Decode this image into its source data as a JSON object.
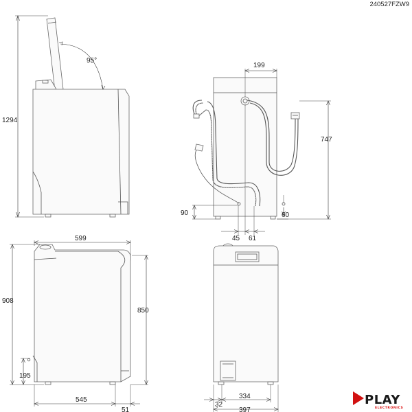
{
  "drawing_code": "240527FZW9",
  "dimensions": {
    "side_open_height": "1294",
    "lid_angle": "95°",
    "rear_hose_spacing": "199",
    "rear_hose_height": "747",
    "drain_height": "90",
    "inlet_height": "60",
    "drain_offset_left": "45",
    "drain_offset_right": "61",
    "side_depth_top": "599",
    "side_height_total": "908",
    "side_height_body": "850",
    "side_inlet_height": "195",
    "side_depth_base": "545",
    "side_rear_offset": "51",
    "front_foot_offset": "32",
    "front_base_width": "334",
    "front_width": "397"
  },
  "brand": {
    "name": "PLAY",
    "tagline": "ELECTRONICS",
    "accent": "#d11111"
  }
}
